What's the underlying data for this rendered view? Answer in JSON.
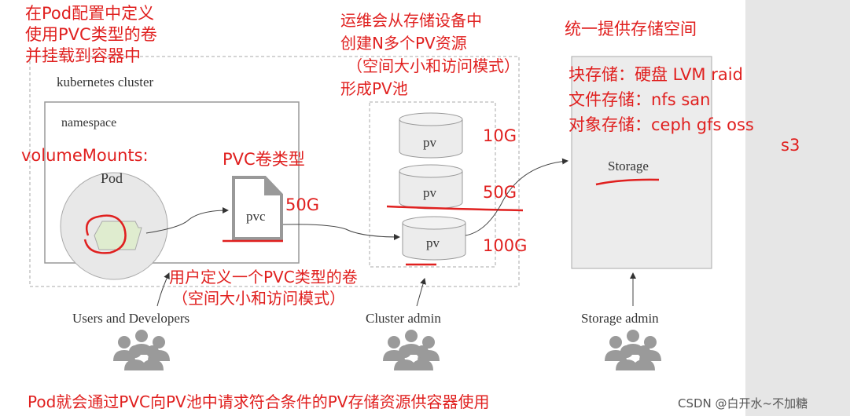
{
  "annotations": {
    "pod_config": [
      "在Pod配置中定义",
      "使用PVC类型的卷",
      "并挂载到容器中"
    ],
    "ops": [
      "运维会从存储设备中",
      "创建N多个PV资源",
      "（空间大小和访问模式）",
      "形成PV池"
    ],
    "unified": "统一提供存储空间",
    "storage_types": [
      "块存储：硬盘 LVM  raid",
      "文件存储：nfs  san",
      "对象存储：ceph gfs oss"
    ],
    "s3": "s3",
    "volume_mounts": "volumeMounts:",
    "pvc_type": "PVC卷类型",
    "pvc_size": "50G",
    "pv_sizes": [
      "10G",
      "50G",
      "100G"
    ],
    "user_define": [
      "用户定义一个PVC类型的卷",
      "（空间大小和访问模式）"
    ],
    "bottom": "Pod就会通过PVC向PV池中请求符合条件的PV存储资源供容器使用"
  },
  "diagram": {
    "cluster_label": "kubernetes cluster",
    "namespace_label": "namespace",
    "pod_label": "Pod",
    "pvc_label": "pvc",
    "pv_labels": [
      "pv",
      "pv",
      "pv"
    ],
    "storage_label": "Storage",
    "actors": [
      "Users and Developers",
      "Cluster admin",
      "Storage admin"
    ]
  },
  "watermark": "CSDN @白开水~不加糖",
  "colors": {
    "annotation": "#e0201f",
    "shape_fill": "#ececec",
    "stroke": "#999999"
  }
}
